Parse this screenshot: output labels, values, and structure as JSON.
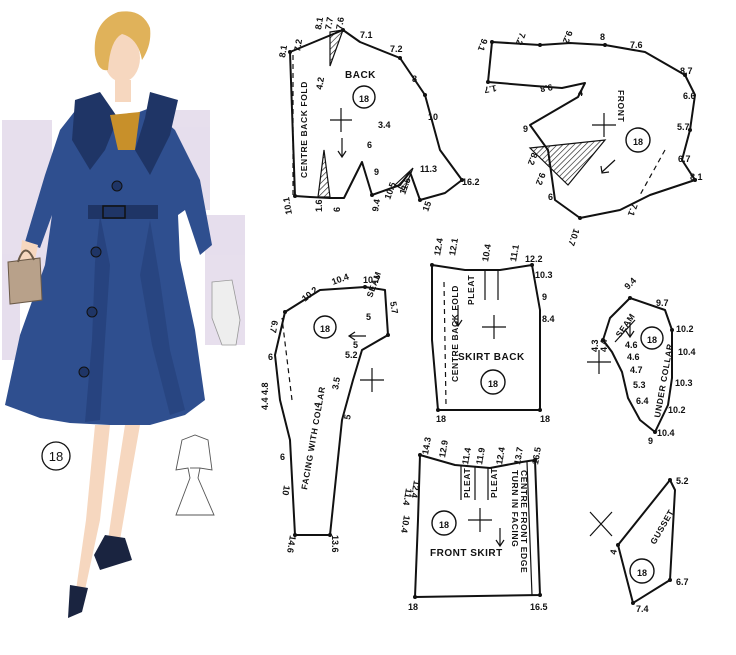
{
  "illustration": {
    "style_number": "18",
    "colors": {
      "coat": "#2f4f8f",
      "coat_dark": "#1f3566",
      "coat_shadow": "#243f78",
      "skin": "#f6d7bf",
      "hair": "#e0b25a",
      "scarf": "#c8902a",
      "glove": "#eeeeee",
      "shoe": "#1a2440",
      "window": "#c9b7d8"
    }
  },
  "pieces": {
    "back": {
      "title": "BACK",
      "size": "18",
      "edge": "CENTRE BACK FOLD",
      "labels": [
        "8.1",
        "7.2",
        "8.1",
        "7.7",
        "7.6",
        "7.1",
        "7.2",
        "8",
        "10",
        "16.2",
        "4.2",
        "3.4",
        "9",
        "6",
        "11.3",
        "10.5",
        "11.5",
        "15",
        "9.4",
        "6",
        "1.6",
        "10.1"
      ]
    },
    "front": {
      "title": "FRONT",
      "size": "18",
      "labels": [
        "9.1",
        "7.2",
        "9.2",
        "8",
        "7.6",
        "8.7",
        "6.6",
        "5.7",
        "6.7",
        "8.1",
        "9.8",
        "1.7",
        "4",
        "9",
        "8.2",
        "9.2",
        "6",
        "7.1",
        "10.7"
      ]
    },
    "facing": {
      "title": "FACING WITH COLLAR",
      "seam": "SEAM",
      "size": "18",
      "labels": [
        "10.2",
        "10.4",
        "10.7",
        "5.7",
        "6.7",
        "5",
        "6",
        "4.8",
        "4.4",
        "3.5",
        "5",
        "4",
        "6",
        "10",
        "14.6",
        "13.6",
        "5.2",
        "5"
      ]
    },
    "skirt_back": {
      "title": "SKIRT BACK",
      "size": "18",
      "edge": "CENTRE BACK FOLD",
      "pleat": "PLEAT",
      "labels": [
        "12.4",
        "12.1",
        "10.4",
        "11.1",
        "12.2",
        "10.3",
        "9",
        "8.4",
        "18",
        "18"
      ]
    },
    "front_skirt": {
      "title": "FRONT SKIRT",
      "size": "18",
      "pleat_a": "PLEAT",
      "pleat_b": "PLEAT",
      "edge_a": "TURN IN FACING",
      "edge_b": "CENTRE FRONT EDGE",
      "labels": [
        "14.3",
        "12.9",
        "11.4",
        "11.9",
        "12.4",
        "13.7",
        "16.5",
        "12.4",
        "11.4",
        "10.4",
        "18",
        "16.5"
      ]
    },
    "under_collar": {
      "title": "UNDER COLLAR",
      "seam": "SEAM",
      "size": "18",
      "labels": [
        "9.4",
        "9.7",
        "10.2",
        "10.4",
        "10.3",
        "10.2",
        "10.4",
        "9",
        "4.3",
        "4.4",
        "4.6",
        "4.6",
        "4.7",
        "5.3",
        "6.4"
      ]
    },
    "gusset": {
      "title": "GUSSET",
      "size": "18",
      "labels": [
        "5.2",
        "6.7",
        "7.4",
        "4"
      ]
    }
  }
}
